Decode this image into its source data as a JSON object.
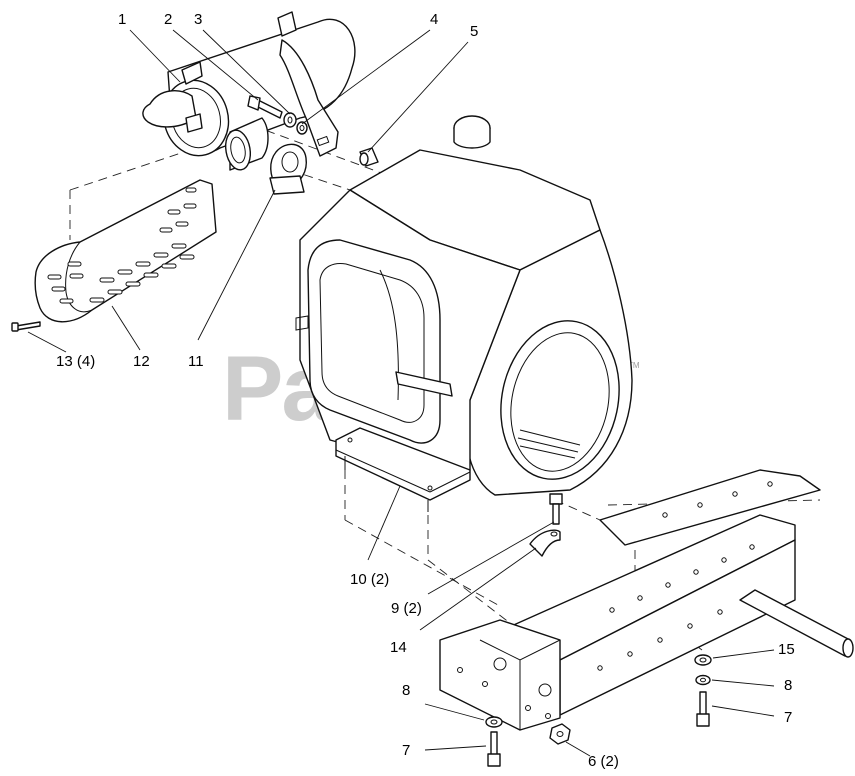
{
  "watermark": {
    "text": "PartsTree",
    "trademark": "TM"
  },
  "callouts": {
    "c1": "1",
    "c2": "2",
    "c3": "3",
    "c4": "4",
    "c5": "5",
    "c6": "6 (2)",
    "c7a": "7",
    "c7b": "7",
    "c8a": "8",
    "c8b": "8",
    "c9": "9 (2)",
    "c10": "10 (2)",
    "c11": "11",
    "c12": "12",
    "c13": "13 (4)",
    "c14": "14",
    "c15": "15"
  }
}
